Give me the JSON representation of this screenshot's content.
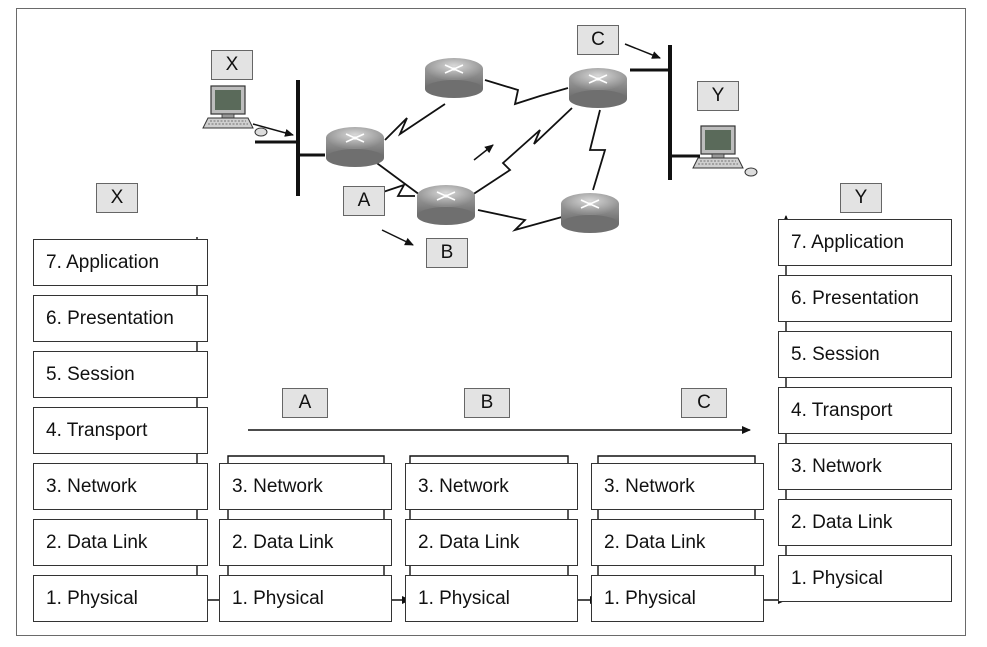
{
  "tags": {
    "top_x": "X",
    "top_y": "Y",
    "top_c": "C",
    "top_a": "A",
    "top_b": "B",
    "stack_x": "X",
    "stack_y": "Y",
    "mid_a": "A",
    "mid_b": "B",
    "mid_c": "C"
  },
  "stack_x": [
    "7. Application",
    "6. Presentation",
    "5. Session",
    "4. Transport",
    "3. Network",
    "2. Data Link",
    "1. Physical"
  ],
  "stack_a": [
    "3. Network",
    "2. Data Link",
    "1. Physical"
  ],
  "stack_b": [
    "3. Network",
    "2. Data Link",
    "1. Physical"
  ],
  "stack_c": [
    "3. Network",
    "2. Data Link",
    "1. Physical"
  ],
  "stack_y": [
    "7. Application",
    "6. Presentation",
    "5. Session",
    "4. Transport",
    "3. Network",
    "2. Data Link",
    "1. Physical"
  ],
  "icons": [
    "router-icon",
    "workstation-icon"
  ]
}
